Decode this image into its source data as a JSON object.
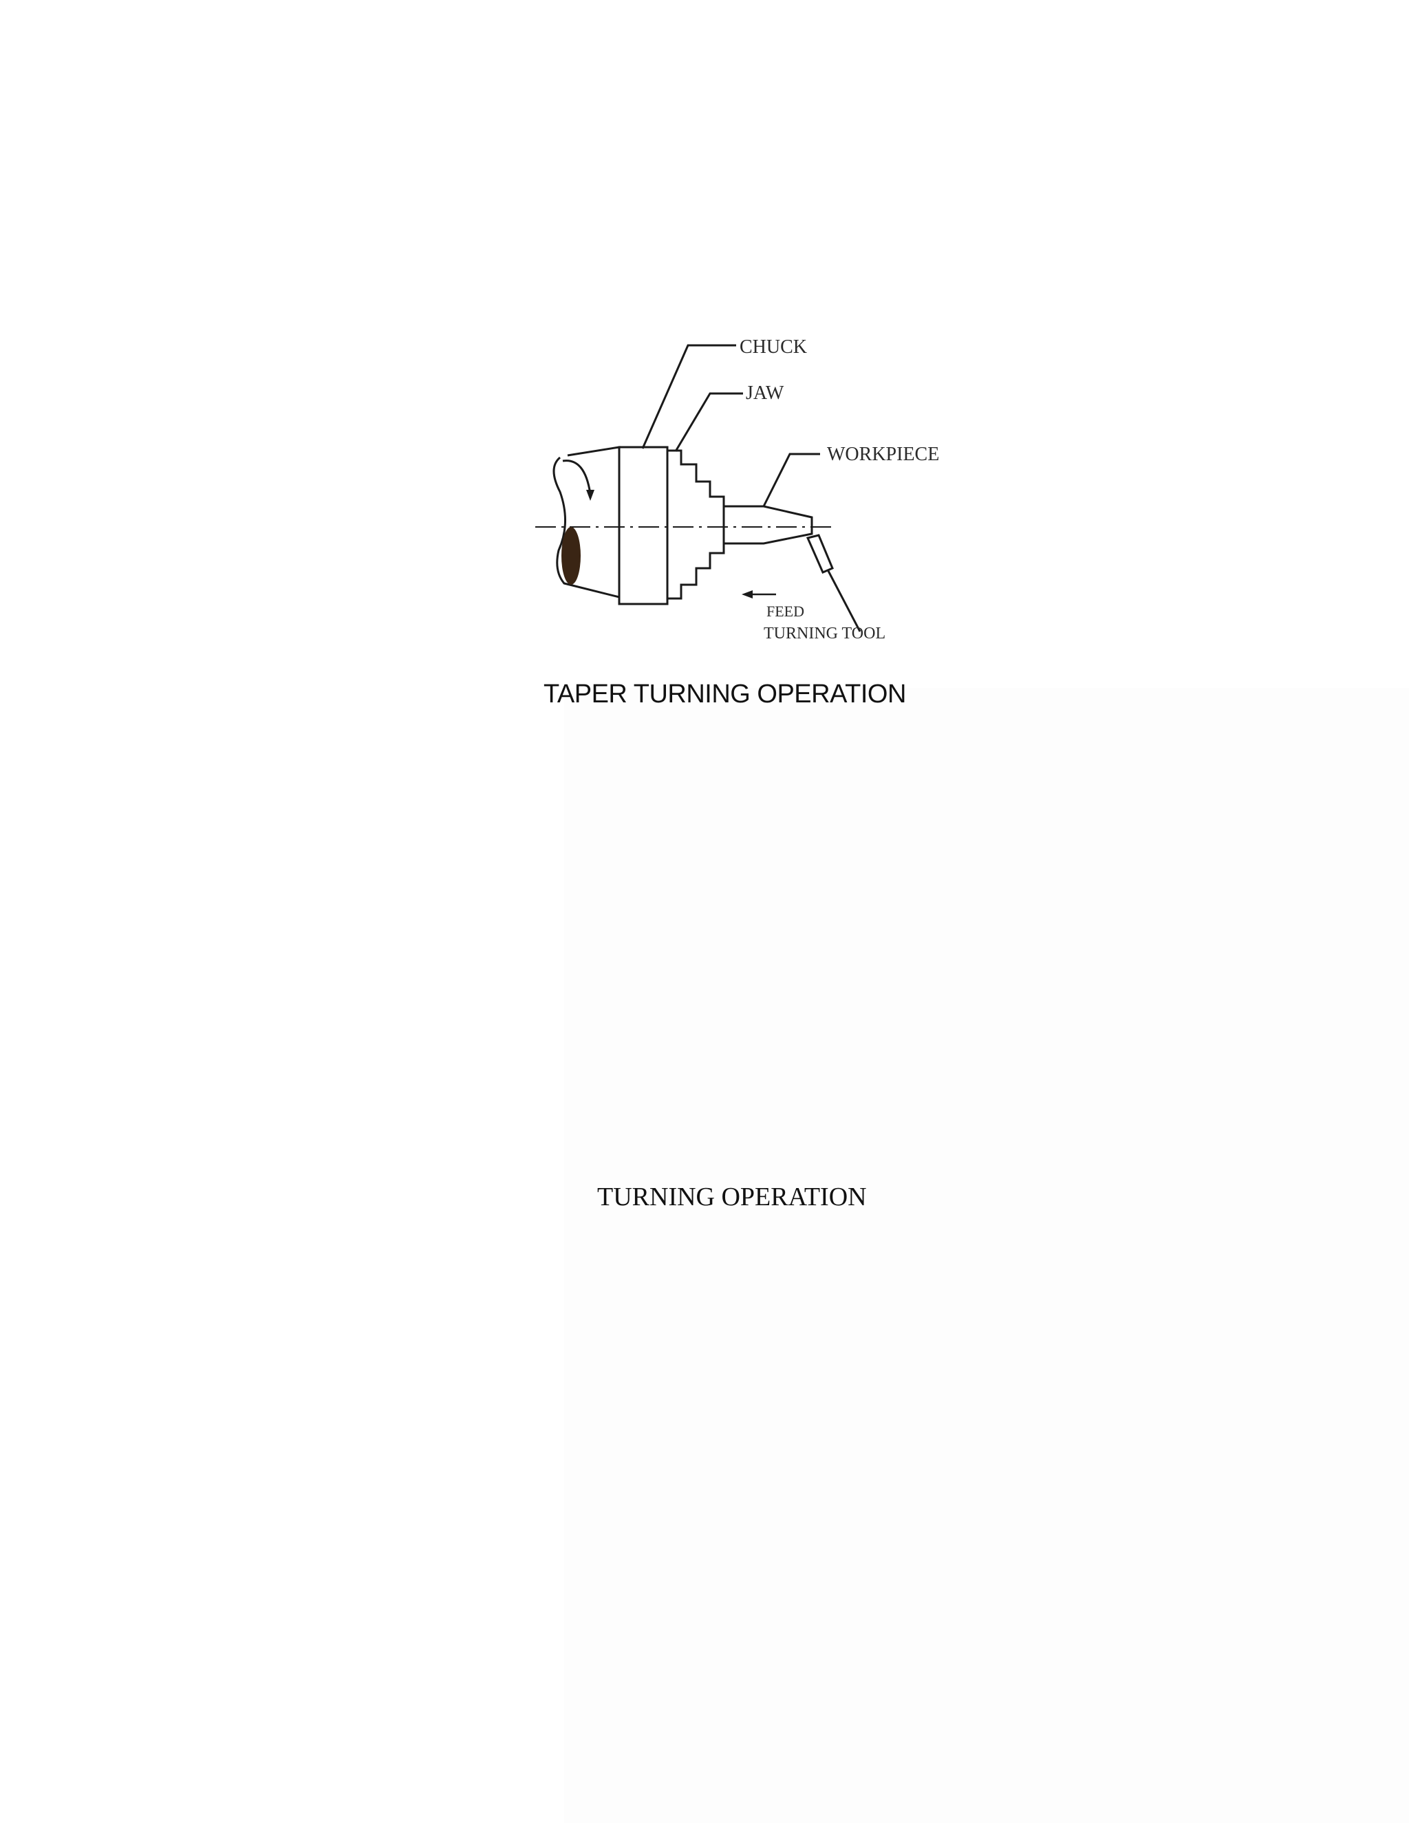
{
  "diagram": {
    "labels": {
      "chuck": "CHUCK",
      "jaw": "JAW",
      "workpiece": "WORKPIECE",
      "feed": "FEED",
      "turning_tool": "TURNING TOOL"
    }
  },
  "captions": {
    "taper_turning": "TAPER TURNING  OPERATION",
    "turning": "TURNING OPERATION"
  }
}
